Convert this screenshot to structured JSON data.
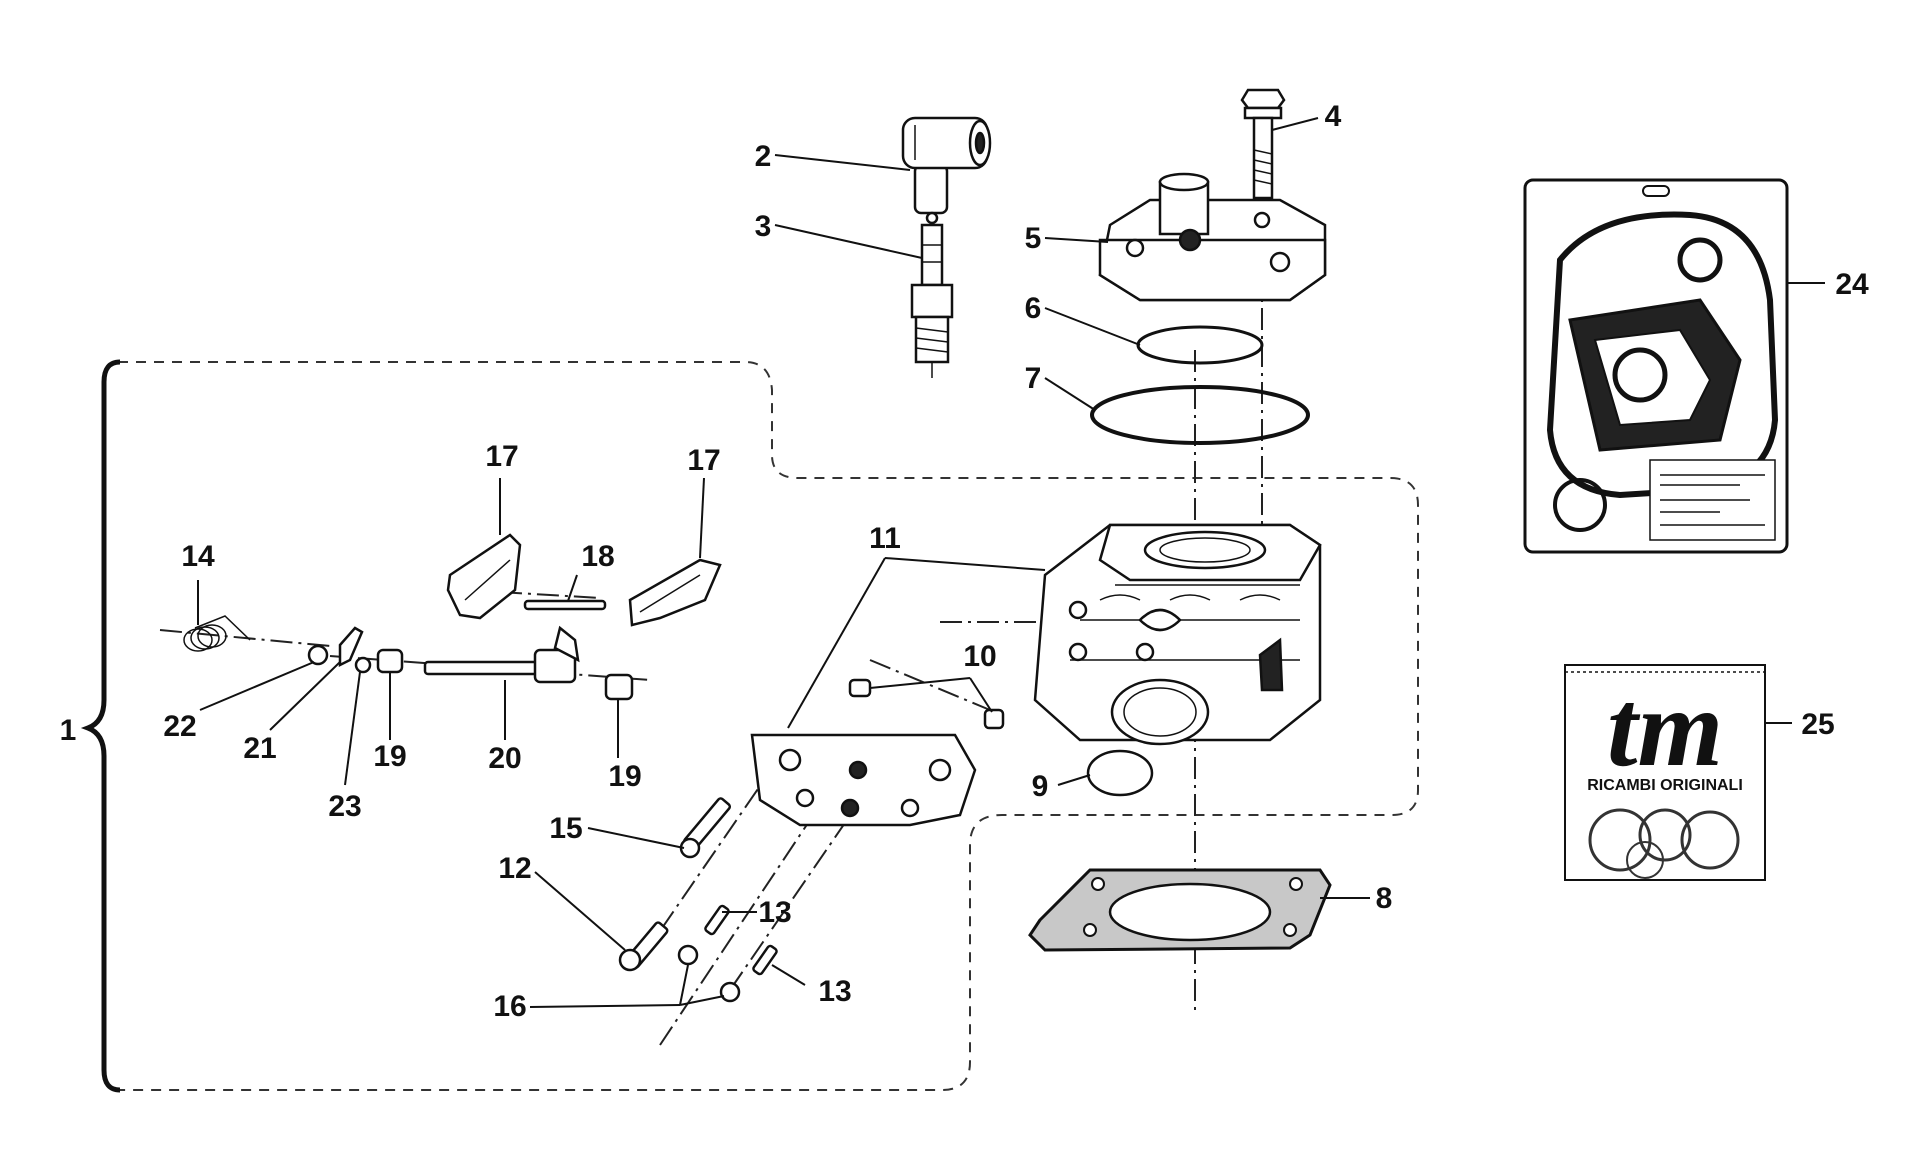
{
  "labels": {
    "l1": "1",
    "l2": "2",
    "l3": "3",
    "l4": "4",
    "l5": "5",
    "l6": "6",
    "l7": "7",
    "l8": "8",
    "l9": "9",
    "l10": "10",
    "l11": "11",
    "l12": "12",
    "l13a": "13",
    "l13b": "13",
    "l14": "14",
    "l15": "15",
    "l16": "16",
    "l17a": "17",
    "l17b": "17",
    "l18": "18",
    "l19a": "19",
    "l19b": "19",
    "l20": "20",
    "l21": "21",
    "l22": "22",
    "l23": "23",
    "l24": "24",
    "l25": "25"
  },
  "packet": {
    "logo": "tm",
    "caption": "RICAMBI ORIGINALI"
  }
}
